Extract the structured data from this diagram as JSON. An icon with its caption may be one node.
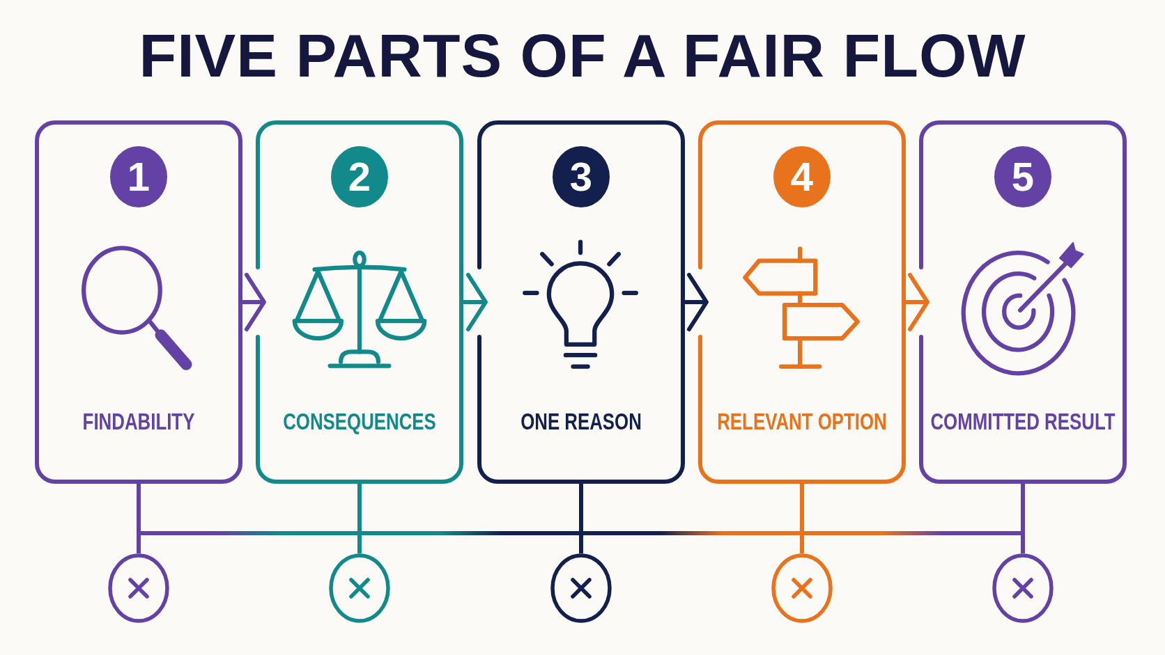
{
  "diagram": {
    "title": "FIVE PARTS OF A FAIR FLOW",
    "nodes": [
      {
        "text": [
          "1",
          "FINDABILITY"
        ]
      },
      {
        "text": [
          "2",
          "CONSEQUENCES"
        ]
      },
      {
        "text": [
          "3",
          "ONE REASON"
        ]
      },
      {
        "text": [
          "4",
          "RELEVANT OPTION"
        ]
      },
      {
        "text": [
          "5",
          "COMMITTED RESULT"
        ]
      },
      {
        "text": [],
        "shape": "circle"
      },
      {
        "text": [],
        "shape": "circle"
      },
      {
        "text": [],
        "shape": "circle"
      },
      {
        "text": [],
        "shape": "circle"
      },
      {
        "text": [],
        "shape": "circle"
      }
    ],
    "edges": [
      {
        "from": 0,
        "to": 1,
        "arrow": "to"
      },
      {
        "from": 1,
        "to": 2,
        "arrow": "to",
        "color": "#128a8b"
      },
      {
        "from": 2,
        "to": 3,
        "arrow": "to",
        "color": "#13204e"
      },
      {
        "from": 3,
        "to": 4,
        "arrow": "to",
        "color": "#e8731c"
      },
      {
        "from": 0,
        "to": 5,
        "arrow": "none"
      },
      {
        "from": 1,
        "to": 6,
        "arrow": "none",
        "color": "#128a8b"
      },
      {
        "from": 2,
        "to": 7,
        "arrow": "none",
        "color": "#13204e"
      },
      {
        "from": 3,
        "to": 8,
        "arrow": "none",
        "color": "#e8731c"
      },
      {
        "from": 4,
        "to": 9,
        "arrow": "none"
      }
    ]
  }
}
